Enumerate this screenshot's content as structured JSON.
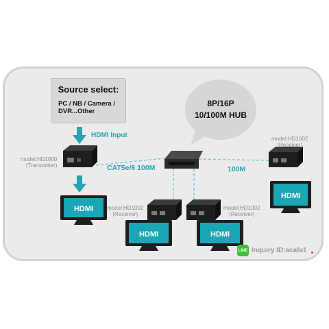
{
  "source": {
    "title": "Source select:",
    "line1": "PC / NB / Camera /",
    "line2": "DVR...Other"
  },
  "hub": {
    "line1": "8P/16P",
    "line2": "10/100M HUB"
  },
  "labels": {
    "hdmi_input": "HDMI Input",
    "cat5": "CAT5e/6 100M",
    "m100": "100M",
    "tx_model": "model:HD1000",
    "tx_role": "(Transmitter)",
    "rx_model": "model:HD1002",
    "rx_role": "(Receiver)"
  },
  "screen_text": "HDMI",
  "inquiry": {
    "icon_text": "LINE",
    "text": "Inquiry ID:acafa1"
  },
  "colors": {
    "accent": "#2aa3b1",
    "frame_bg": "#ebebeb",
    "screen_teal": "#1aa6b4",
    "device_black": "#1e1e1e"
  }
}
